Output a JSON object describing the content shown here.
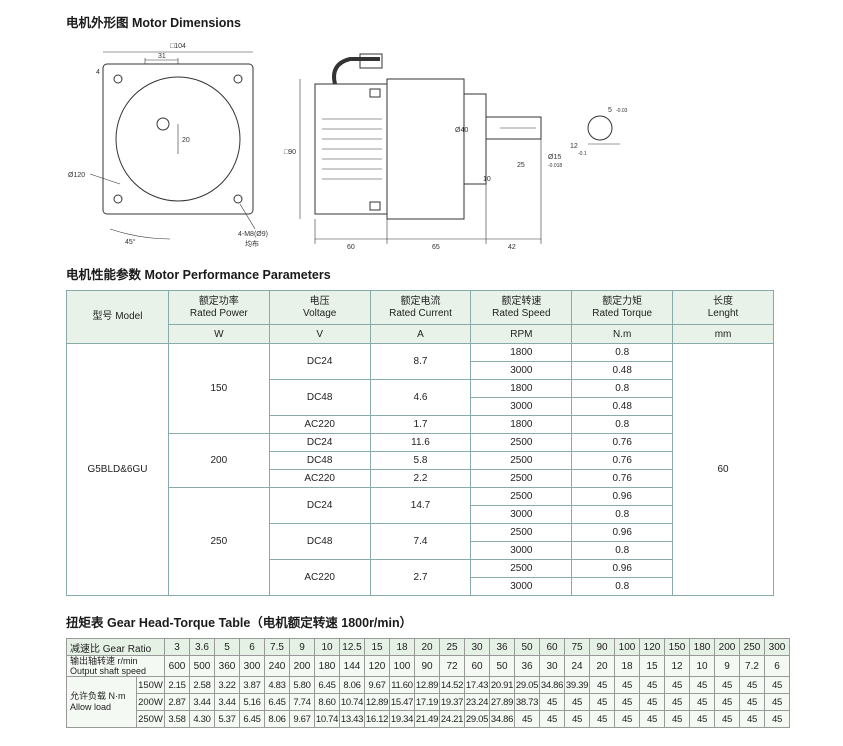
{
  "titles": {
    "dimensions": "电机外形图 Motor Dimensions",
    "performance": "电机性能参数 Motor Performance Parameters",
    "torque": "扭矩表 Gear Head-Torque Table（电机额定转速 1800r/min）"
  },
  "drawing": {
    "front": {
      "width": "□104",
      "d31": "31",
      "d4": "4",
      "d20": "20",
      "dia120": "Ø120",
      "angle": "45°",
      "holes": "4-M8(Ø9)",
      "holes_note": "均布"
    },
    "side": {
      "dia90": "□90",
      "dia40": "Ø40",
      "d10": "10",
      "d25": "25",
      "dia15": "Ø15",
      "dia15_tol": "-0.018",
      "len60": "60",
      "len65": "65",
      "len42": "42"
    },
    "key": {
      "d5": "5",
      "d5_tol": "-0.03",
      "d12": "12",
      "d12_tol": "-0.1"
    }
  },
  "performance": {
    "headers": [
      {
        "cn": "型号 Model",
        "en": ""
      },
      {
        "cn": "额定功率",
        "en": "Rated Power"
      },
      {
        "cn": "电压",
        "en": "Voltage"
      },
      {
        "cn": "额定电流",
        "en": "Rated Current"
      },
      {
        "cn": "额定转速",
        "en": "Rated Speed"
      },
      {
        "cn": "额定力矩",
        "en": "Rated Torque"
      },
      {
        "cn": "长度",
        "en": "Lenght"
      }
    ],
    "units": [
      "W",
      "V",
      "A",
      "RPM",
      "N.m",
      "mm"
    ],
    "model": "G5BLD&6GU",
    "length": "60",
    "powers": [
      "150",
      "200",
      "250"
    ],
    "voltages": [
      "DC24",
      "DC48",
      "AC220",
      "DC24",
      "DC48",
      "AC220",
      "DC24",
      "DC48",
      "AC220"
    ],
    "currents": [
      "8.7",
      "4.6",
      "1.7",
      "11.6",
      "5.8",
      "2.2",
      "14.7",
      "7.4",
      "2.7"
    ],
    "speeds": [
      "1800",
      "3000",
      "1800",
      "3000",
      "1800",
      "2500",
      "2500",
      "2500",
      "2500",
      "3000",
      "2500",
      "3000",
      "2500",
      "3000"
    ],
    "torques": [
      "0.8",
      "0.48",
      "0.8",
      "0.48",
      "0.8",
      "0.76",
      "0.76",
      "0.76",
      "0.96",
      "0.8",
      "0.96",
      "0.8",
      "0.96",
      "0.8"
    ]
  },
  "torque": {
    "ratio_label": "减速比 Gear Ratio",
    "speed_label_cn": "输出轴转速 r/min",
    "speed_label_en": "Output shaft speed",
    "load_label_cn": "允许负载 N·m",
    "load_label_en": "Allow load",
    "ratios": [
      "3",
      "3.6",
      "5",
      "6",
      "7.5",
      "9",
      "10",
      "12.5",
      "15",
      "18",
      "20",
      "25",
      "30",
      "36",
      "50",
      "60",
      "75",
      "90",
      "100",
      "120",
      "150",
      "180",
      "200",
      "250",
      "300"
    ],
    "speeds": [
      "600",
      "500",
      "360",
      "300",
      "240",
      "200",
      "180",
      "144",
      "120",
      "100",
      "90",
      "72",
      "60",
      "50",
      "36",
      "30",
      "24",
      "20",
      "18",
      "15",
      "12",
      "10",
      "9",
      "7.2",
      "6"
    ],
    "loads": [
      {
        "power": "150W",
        "values": [
          "2.15",
          "2.58",
          "3.22",
          "3.87",
          "4.83",
          "5.80",
          "6.45",
          "8.06",
          "9.67",
          "11.60",
          "12.89",
          "14.52",
          "17.43",
          "20.91",
          "29.05",
          "34.86",
          "39.39",
          "45",
          "45",
          "45",
          "45",
          "45",
          "45",
          "45",
          "45"
        ]
      },
      {
        "power": "200W",
        "values": [
          "2.87",
          "3.44",
          "3.44",
          "5.16",
          "6.45",
          "7.74",
          "8.60",
          "10.74",
          "12.89",
          "15.47",
          "17.19",
          "19.37",
          "23.24",
          "27.89",
          "38.73",
          "45",
          "45",
          "45",
          "45",
          "45",
          "45",
          "45",
          "45",
          "45",
          "45"
        ]
      },
      {
        "power": "250W",
        "values": [
          "3.58",
          "4.30",
          "5.37",
          "6.45",
          "8.06",
          "9.67",
          "10.74",
          "13.43",
          "16.12",
          "19.34",
          "21.49",
          "24.21",
          "29.05",
          "34.86",
          "45",
          "45",
          "45",
          "45",
          "45",
          "45",
          "45",
          "45",
          "45",
          "45",
          "45"
        ]
      }
    ]
  }
}
